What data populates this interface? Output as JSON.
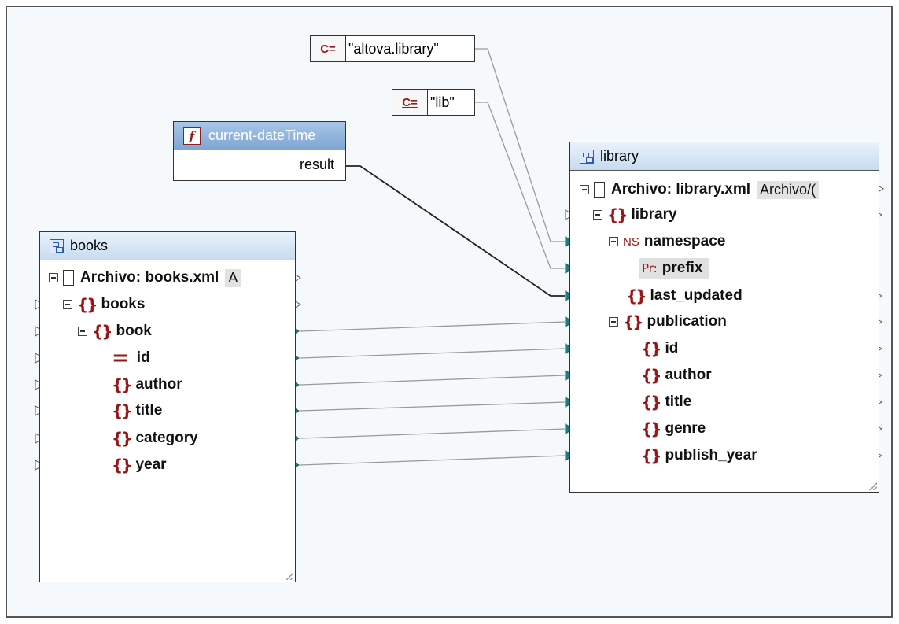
{
  "constants": {
    "altova_library": {
      "icon_label": "C=",
      "value": "\"altova.library\""
    },
    "lib": {
      "icon_label": "C=",
      "value": "\"lib\""
    }
  },
  "function": {
    "icon": "fx-icon",
    "title": "current-dateTime",
    "output": "result"
  },
  "books": {
    "title": "books",
    "file_label": "Archivo: books.xml",
    "file_tag": "A",
    "items": [
      "books",
      "book",
      "id",
      "author",
      "title",
      "category",
      "year"
    ]
  },
  "library": {
    "title": "library",
    "file_label": "Archivo: library.xml",
    "file_tag": "Archivo/(",
    "items": [
      "library",
      "namespace",
      "prefix",
      "last_updated",
      "publication",
      "id",
      "author",
      "title",
      "genre",
      "publish_year"
    ],
    "ns_icon": "NS",
    "prefix_icon": "Pr:"
  },
  "colors": {
    "connector": "#1f7f7f",
    "wire": "#888888",
    "element_icon": "#9a1515",
    "header_gradient": "#c7dbf0"
  }
}
